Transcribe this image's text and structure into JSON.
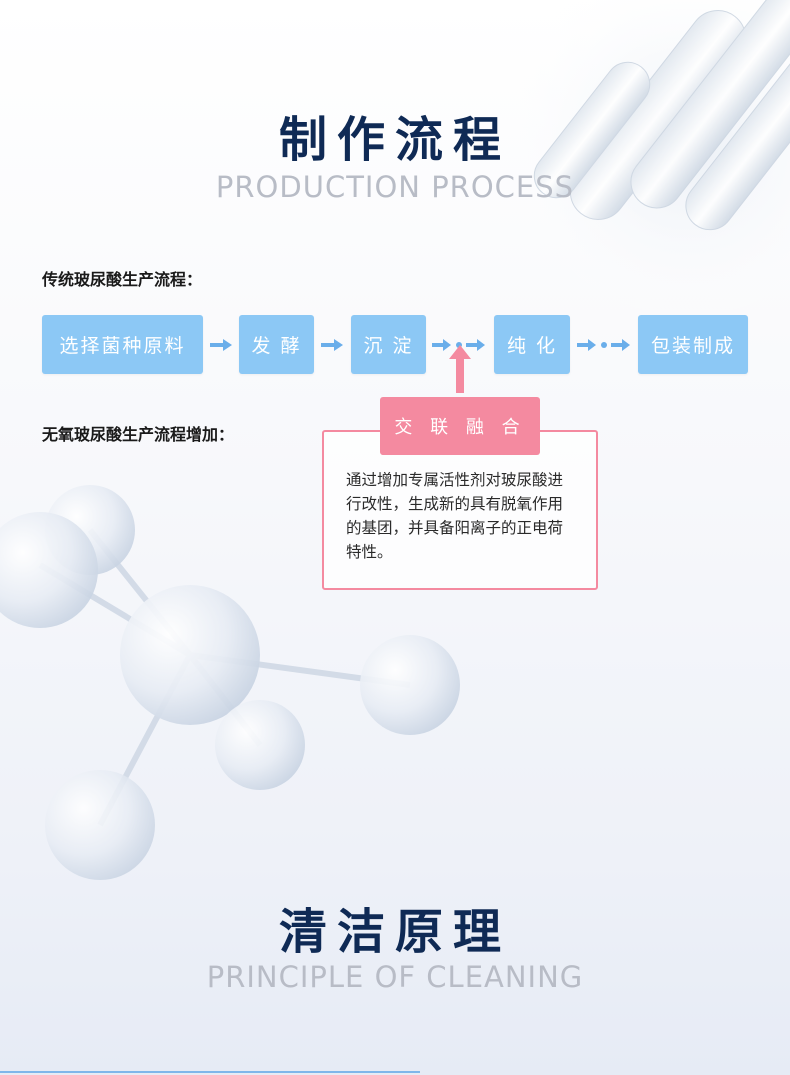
{
  "production": {
    "title": "制作流程",
    "subtitle": "PRODUCTION PROCESS"
  },
  "traditional": {
    "label": "传统玻尿酸生产流程：",
    "steps": [
      "选择菌种原料",
      "发 酵",
      "沉 淀",
      "纯 化",
      "包装制成"
    ]
  },
  "anaerobic": {
    "label": "无氧玻尿酸生产流程增加：",
    "added_step": "交 联 融 合",
    "description": "通过增加专属活性剂对玻尿酸进行改性，生成新的具有脱氧作用的基团，并具备阳离子的正电荷特性。"
  },
  "cleaning": {
    "title": "清洁原理",
    "subtitle": "PRINCIPLE OF CLEANING"
  },
  "colors": {
    "step_blue": "#8cc8f5",
    "pink": "#f48aa0",
    "title_navy": "#0f2a55"
  }
}
